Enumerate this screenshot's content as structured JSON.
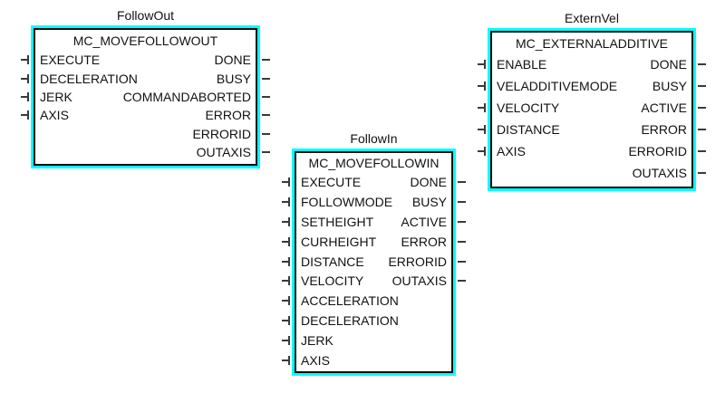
{
  "colors": {
    "selection_border": "#00ffff",
    "block_border": "#0d0d0d",
    "text": "#111111",
    "pin": "#3a3a3a",
    "background": "#ffffff"
  },
  "blocks": [
    {
      "instance_name": "FollowOut",
      "type_name": "MC_MOVEFOLLOWOUT",
      "inputs": [
        "EXECUTE",
        "DECELERATION",
        "JERK",
        "AXIS"
      ],
      "outputs": [
        "DONE",
        "BUSY",
        "COMMANDABORTED",
        "ERROR",
        "ERRORID",
        "OUTAXIS"
      ]
    },
    {
      "instance_name": "FollowIn",
      "type_name": "MC_MOVEFOLLOWIN",
      "inputs": [
        "EXECUTE",
        "FOLLOWMODE",
        "SETHEIGHT",
        "CURHEIGHT",
        "DISTANCE",
        "VELOCITY",
        "ACCELERATION",
        "DECELERATION",
        "JERK",
        "AXIS"
      ],
      "outputs": [
        "DONE",
        "BUSY",
        "ACTIVE",
        "ERROR",
        "ERRORID",
        "OUTAXIS"
      ]
    },
    {
      "instance_name": "ExternVel",
      "type_name": "MC_EXTERNALADDITIVE",
      "inputs": [
        "ENABLE",
        "VELADDITIVEMODE",
        "VELOCITY",
        "DISTANCE",
        "AXIS"
      ],
      "outputs": [
        "DONE",
        "BUSY",
        "ACTIVE",
        "ERROR",
        "ERRORID",
        "OUTAXIS"
      ]
    }
  ]
}
